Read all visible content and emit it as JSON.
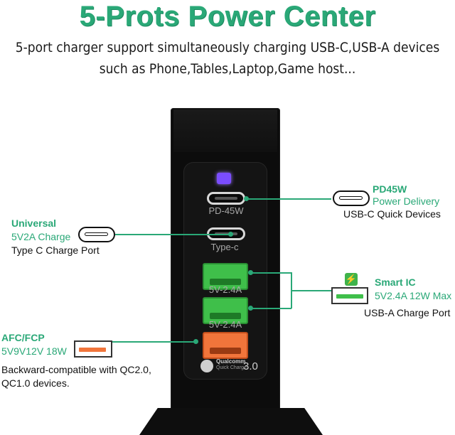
{
  "header": {
    "title": "5-Prots Power Center",
    "subtitle_line1": "5-port charger support simultaneously charging USB-C,USB-A devices",
    "subtitle_line2": "such as Phone,Tables,Laptop,Game host..."
  },
  "device": {
    "port1_label": "PD-45W",
    "port2_label": "Type-c",
    "port3_label": "5V-2.4A",
    "port4_label": "5V-2.4A",
    "qc_brand": "Qualcomm",
    "qc_sub": "Quick Charge",
    "qc_version": "3.0"
  },
  "callouts": {
    "pd": {
      "title": "PD45W",
      "line1": "Power Delivery",
      "line2": "USB-C Quick Devices"
    },
    "universal": {
      "title": "Universal",
      "line1": "5V2A Charge",
      "line2": "Type C Charge Port"
    },
    "smart": {
      "title": "Smart IC",
      "line1": "5V2.4A 12W Max",
      "line2": "USB-A Charge Port"
    },
    "afc": {
      "title": "AFC/FCP",
      "line1": "5V9V12V 18W",
      "line2": "Backward-compatible with QC2.0,",
      "line3": "QC1.0 devices."
    }
  },
  "colors": {
    "accent": "#2aa877",
    "led": "#7b4dff",
    "usb_a_green": "#3fbf4a",
    "usb_a_orange": "#f1753b"
  }
}
